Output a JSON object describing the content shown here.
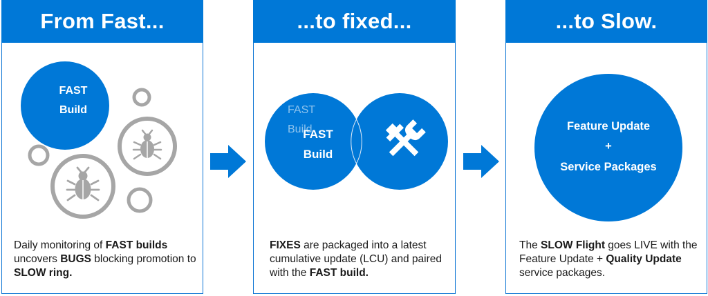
{
  "panels": [
    {
      "title": "From Fast...",
      "circle_text": [
        "FAST",
        "Build"
      ],
      "caption": [
        {
          "t": "Daily monitoring of ",
          "b": false
        },
        {
          "t": "FAST builds",
          "b": true
        },
        {
          "t": " uncovers ",
          "b": false
        },
        {
          "t": "BUGS",
          "b": true
        },
        {
          "t": " blocking promotion to ",
          "b": false
        },
        {
          "t": "SLOW ring.",
          "b": true
        }
      ]
    },
    {
      "title": "...to fixed...",
      "ghost_text": [
        "FAST",
        "Build"
      ],
      "circle_text": [
        "FAST",
        "Build"
      ],
      "caption": [
        {
          "t": "FIXES",
          "b": true
        },
        {
          "t": " are packaged into a latest cumulative update (LCU) and paired with the ",
          "b": false
        },
        {
          "t": "FAST build.",
          "b": true
        }
      ]
    },
    {
      "title": "...to Slow.",
      "circle_text": [
        "Feature Update",
        "+",
        "Service Packages"
      ],
      "caption": [
        {
          "t": "The ",
          "b": false
        },
        {
          "t": "SLOW Flight",
          "b": true
        },
        {
          "t": " goes LIVE with the Feature Update + ",
          "b": false
        },
        {
          "t": "Quality Update",
          "b": true
        },
        {
          "t": " service packages.",
          "b": false
        }
      ]
    }
  ],
  "icons": [
    "bug-icon",
    "bug-icon",
    "hammer-wrench-icon",
    "arrow-right-icon",
    "arrow-right-icon"
  ],
  "colors": {
    "accent": "#0078d7",
    "ring": "#a6a6a6",
    "text": "#1a1a1a"
  }
}
